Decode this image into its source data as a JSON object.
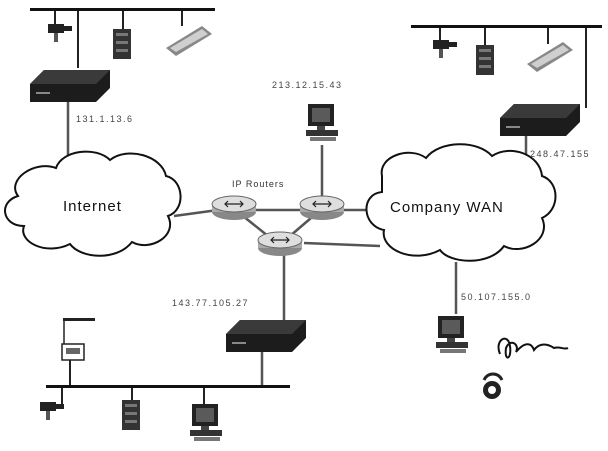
{
  "clouds": {
    "internet": "Internet",
    "company_wan": "Company WAN"
  },
  "routers_label": "IP Routers",
  "addresses": {
    "top_left_gateway": "131.1.13.6",
    "top_pc": "213.12.15.43",
    "top_right_gateway": "248.47.155",
    "bottom_gateway": "143.77.105.27",
    "right_pc": "50.107.155.0"
  },
  "icons": [
    "network-bus",
    "camera-icon",
    "server-icon",
    "scanner-icon",
    "gateway-device-icon",
    "desktop-pc-icon",
    "router-icon",
    "cloud-icon",
    "telephone-icon",
    "signature-icon",
    "fax-icon"
  ],
  "colors": {
    "ink": "#111111",
    "device": "#1c1c1c",
    "screen": "#5a5a5a",
    "cloud_fill": "#ffffff"
  }
}
